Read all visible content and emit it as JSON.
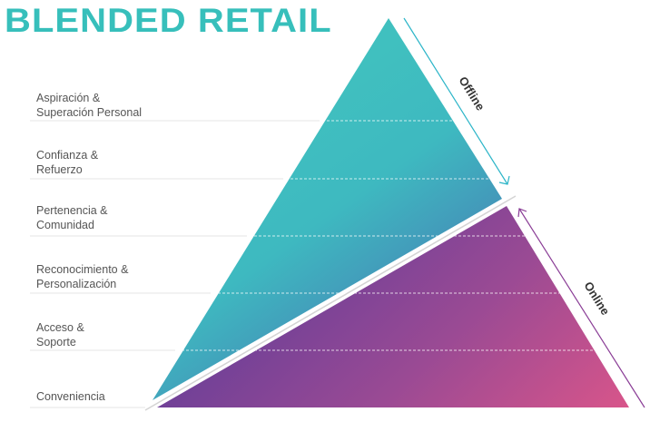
{
  "title": "BLENDED RETAIL",
  "levels": [
    {
      "line1": "Aspiración &",
      "line2": "Superación Personal"
    },
    {
      "line1": "Confianza &",
      "line2": "Refuerzo"
    },
    {
      "line1": "Pertenencia &",
      "line2": "Comunidad"
    },
    {
      "line1": "Reconocimiento &",
      "line2": "Personalización"
    },
    {
      "line1": "Acceso &",
      "line2": "Soporte"
    },
    {
      "line1": "Conveniencia",
      "line2": ""
    }
  ],
  "offline_label": "Offline",
  "online_label": "Online",
  "colors": {
    "title": "#37bfbb",
    "teal": "#40c0bf",
    "blue": "#4a72b3",
    "purple": "#6c3f98",
    "pink": "#d6548a"
  }
}
